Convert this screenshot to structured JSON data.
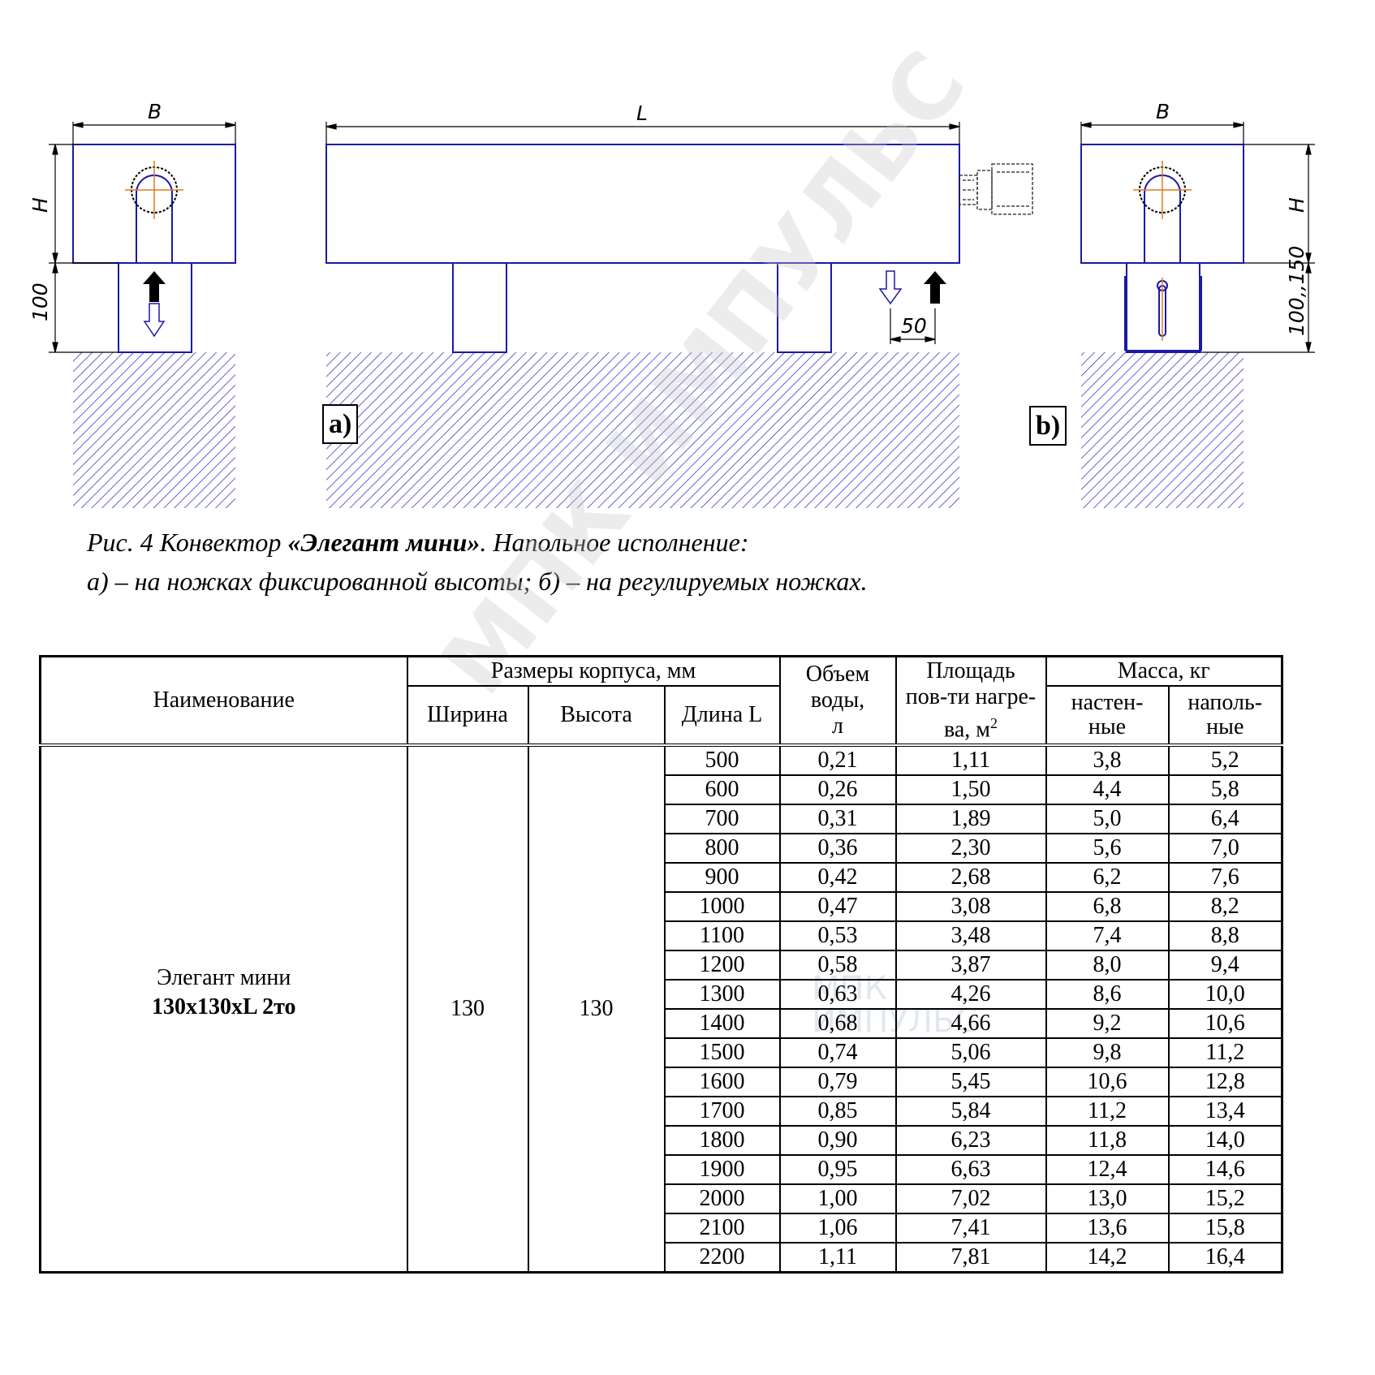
{
  "drawing": {
    "dim_B_left": "B",
    "dim_H_left": "H",
    "dim_100_left": "100",
    "dim_L": "L",
    "dim_50": "50",
    "dim_B_right": "B",
    "dim_H_right": "H",
    "dim_100_150_right": "100,,150",
    "label_a": "a)",
    "label_b": "b)",
    "colors": {
      "outline": "#1a1aa6",
      "axis": "#e07a1f",
      "hatch": "#3b3bd1",
      "arrow": "#000000"
    }
  },
  "caption": {
    "line1_prefix": "Рис. 4  Конвектор ",
    "line1_bold": "«Элегант мини»",
    "line1_suffix": ".  Напольное исполнение:",
    "line2": "а) – на ножках фиксированной высоты; б) – на регулируемых ножках."
  },
  "table": {
    "header": {
      "name": "Наименование",
      "dims_group": "Размеры корпуса, мм",
      "width": "Ширина",
      "height": "Высота",
      "length": "Длина L",
      "volume_l1": "Объем",
      "volume_l2": "воды,",
      "volume_l3": "л",
      "area_l1": "Площадь",
      "area_l2": "пов-ти нагре-",
      "area_l3": "ва, м",
      "area_sup": "2",
      "mass_group": "Масса, кг",
      "wall_l1": "настен-",
      "wall_l2": "ные",
      "floor_l1": "наполь-",
      "floor_l2": "ные"
    },
    "name_line1": "Элегант мини",
    "name_line2": "130х130хL  2то",
    "width_value": "130",
    "height_value": "130",
    "rows": [
      [
        "500",
        "0,21",
        "1,11",
        "3,8",
        "5,2"
      ],
      [
        "600",
        "0,26",
        "1,50",
        "4,4",
        "5,8"
      ],
      [
        "700",
        "0,31",
        "1,89",
        "5,0",
        "6,4"
      ],
      [
        "800",
        "0,36",
        "2,30",
        "5,6",
        "7,0"
      ],
      [
        "900",
        "0,42",
        "2,68",
        "6,2",
        "7,6"
      ],
      [
        "1000",
        "0,47",
        "3,08",
        "6,8",
        "8,2"
      ],
      [
        "1100",
        "0,53",
        "3,48",
        "7,4",
        "8,8"
      ],
      [
        "1200",
        "0,58",
        "3,87",
        "8,0",
        "9,4"
      ],
      [
        "1300",
        "0,63",
        "4,26",
        "8,6",
        "10,0"
      ],
      [
        "1400",
        "0,68",
        "4,66",
        "9,2",
        "10,6"
      ],
      [
        "1500",
        "0,74",
        "5,06",
        "9,8",
        "11,2"
      ],
      [
        "1600",
        "0,79",
        "5,45",
        "10,6",
        "12,8"
      ],
      [
        "1700",
        "0,85",
        "5,84",
        "11,2",
        "13,4"
      ],
      [
        "1800",
        "0,90",
        "6,23",
        "11,8",
        "14,0"
      ],
      [
        "1900",
        "0,95",
        "6,63",
        "12,4",
        "14,6"
      ],
      [
        "2000",
        "1,00",
        "7,02",
        "13,0",
        "15,2"
      ],
      [
        "2100",
        "1,06",
        "7,41",
        "13,6",
        "15,8"
      ],
      [
        "2200",
        "1,11",
        "7,81",
        "14,2",
        "16,4"
      ]
    ]
  },
  "watermark": {
    "text": "МПК ИМПУЛЬС",
    "logo_line1": "МПК",
    "logo_line2": "ИМПУЛЬС"
  }
}
